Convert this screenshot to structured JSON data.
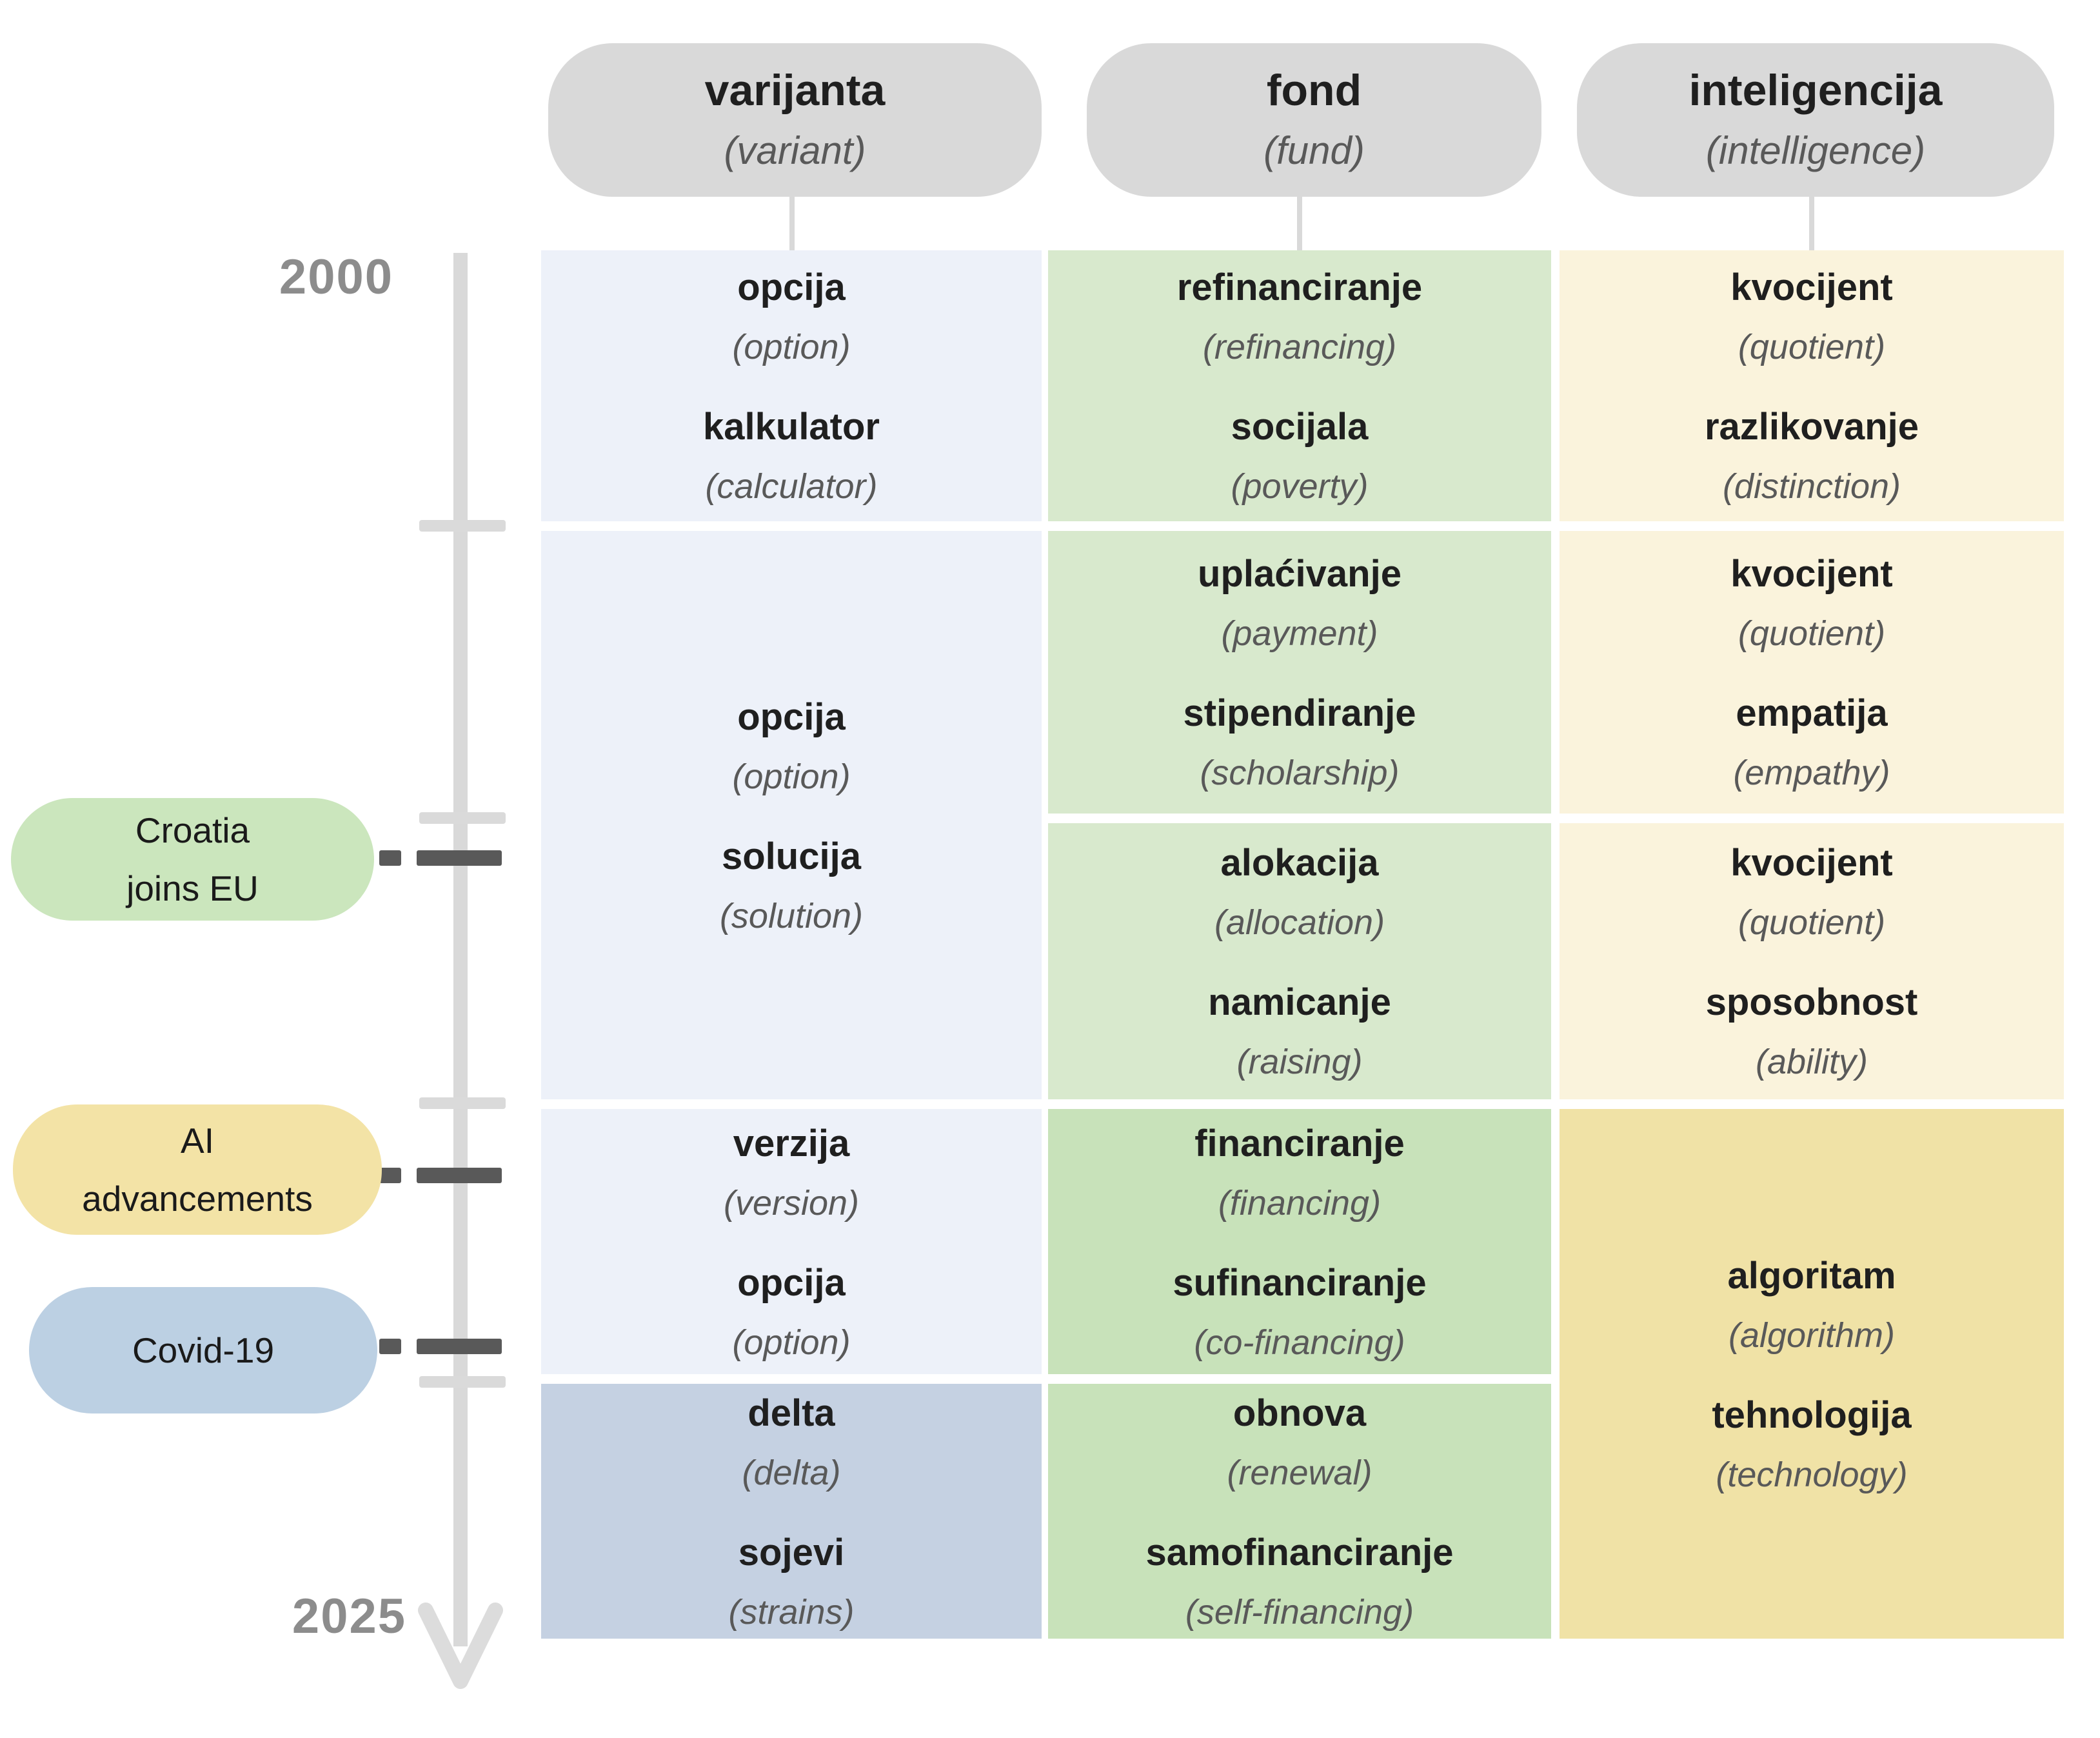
{
  "header_columns": [
    {
      "term": "varijanta",
      "translation": "(variant)"
    },
    {
      "term": "fond",
      "translation": "(fund)"
    },
    {
      "term": "inteligencija",
      "translation": "(intelligence)"
    }
  ],
  "timeline": {
    "start_year": "2000",
    "end_year": "2025",
    "events": [
      {
        "line1": "Croatia",
        "line2": "joins EU",
        "color": "#cbe6bd"
      },
      {
        "line1": "AI",
        "line2": "advancements",
        "color": "#f3e3a6"
      },
      {
        "line1": "Covid-19",
        "line2": "",
        "color": "#bcd0e3"
      }
    ]
  },
  "cells": {
    "c1r1": {
      "term1": "opcija",
      "tr1": "(option)",
      "term2": "kalkulator",
      "tr2": "(calculator)"
    },
    "c1r23": {
      "term1": "opcija",
      "tr1": "(option)",
      "term2": "solucija",
      "tr2": "(solution)"
    },
    "c1r4": {
      "term1": "verzija",
      "tr1": "(version)",
      "term2": "opcija",
      "tr2": "(option)"
    },
    "c1r5": {
      "term1": "delta",
      "tr1": "(delta)",
      "term2": "sojevi",
      "tr2": "(strains)"
    },
    "c2r1": {
      "term1": "refinanciranje",
      "tr1": "(refinancing)",
      "term2": "socijala",
      "tr2": "(poverty)"
    },
    "c2r2": {
      "term1": "uplaćivanje",
      "tr1": "(payment)",
      "term2": "stipendiranje",
      "tr2": "(scholarship)"
    },
    "c2r3": {
      "term1": "alokacija",
      "tr1": "(allocation)",
      "term2": "namicanje",
      "tr2": "(raising)"
    },
    "c2r4": {
      "term1": "financiranje",
      "tr1": "(financing)",
      "term2": "sufinanciranje",
      "tr2": "(co-financing)"
    },
    "c2r5": {
      "term1": "obnova",
      "tr1": "(renewal)",
      "term2": "samofinanciranje",
      "tr2": "(self-financing)"
    },
    "c3r1": {
      "term1": "kvocijent",
      "tr1": "(quotient)",
      "term2": "razlikovanje",
      "tr2": "(distinction)"
    },
    "c3r2": {
      "term1": "kvocijent",
      "tr1": "(quotient)",
      "term2": "empatija",
      "tr2": "(empathy)"
    },
    "c3r3": {
      "term1": "kvocijent",
      "tr1": "(quotient)",
      "term2": "sposobnost",
      "tr2": "(ability)"
    },
    "c3r45": {
      "term1": "algoritam",
      "tr1": "(algorithm)",
      "term2": "tehnologija",
      "tr2": "(technology)"
    }
  },
  "colors": {
    "header_pill": "#d9d9d9",
    "timeline": "#d9d9d9",
    "event_marker": "#595959",
    "year_label": "#8c8c8c",
    "column1_light": "#edf1f9",
    "column1_dark": "#c5d1e2",
    "column2_light": "#d8e9cd",
    "column2_dark": "#c8e2ba",
    "column3_light": "#faf3dc",
    "column3_dark": "#f0e2a6",
    "event_croatia": "#cbe6bd",
    "event_ai": "#f3e3a6",
    "event_covid": "#bcd0e3"
  }
}
